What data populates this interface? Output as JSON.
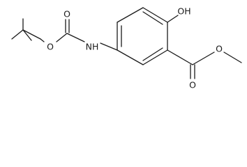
{
  "molecule": {
    "labels": {
      "hydroxyl": "OH",
      "amine": "NH",
      "carbamate_ester_o": "O",
      "carbamate_carbonyl_o": "O",
      "ester_methoxy_o": "O",
      "ester_carbonyl_o": "O"
    }
  },
  "colors": {
    "bond": "#1a1a1a",
    "text": "#1a1a1a",
    "background": "#ffffff"
  }
}
